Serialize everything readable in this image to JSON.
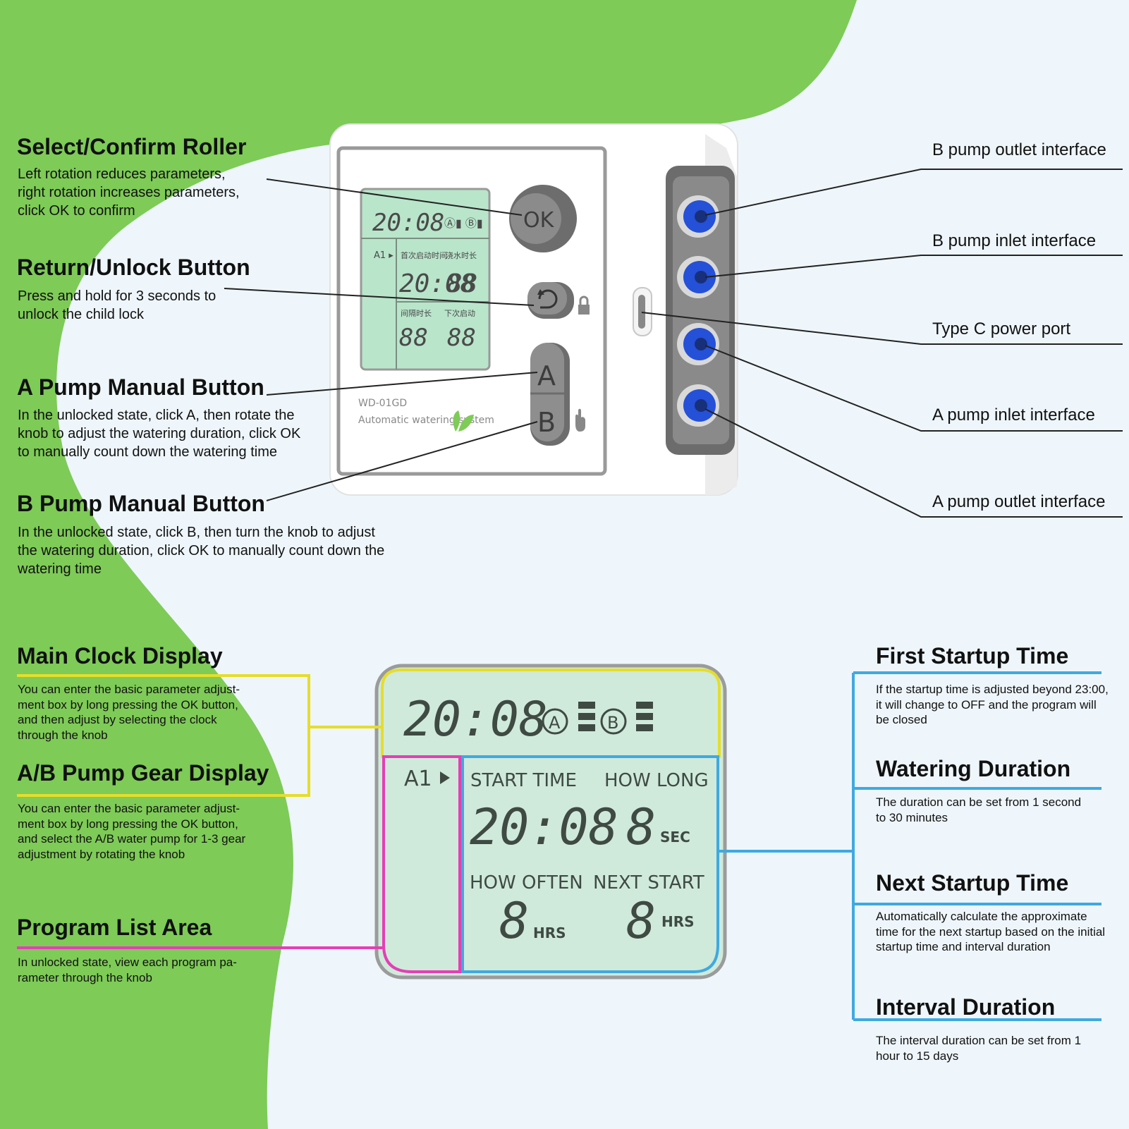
{
  "device": {
    "model": "WD-01GD",
    "subtitle": "Automatic watering system",
    "knob_label": "OK",
    "button_a": "A",
    "button_b": "B",
    "small_lcd": {
      "time": "20:08",
      "program": "A1 ▸",
      "col1_cn": "首次启动时间",
      "col2_cn": "浇水时长",
      "big": "20:08",
      "big2": "88",
      "col3_cn": "间隔时长",
      "col4_cn": "下次启动",
      "val3": "88",
      "val4": "88"
    }
  },
  "callouts_left": [
    {
      "title": "Select/Confirm Roller",
      "text": "Left rotation reduces parameters,\nright rotation increases parameters,\nclick OK to confirm"
    },
    {
      "title": "Return/Unlock Button",
      "text": "Press and hold for 3 seconds to\nunlock the child lock"
    },
    {
      "title": "A Pump Manual Button",
      "text": "In the unlocked state, click A, then rotate the\nknob to adjust the watering duration, click OK\n to manually count down the watering time"
    },
    {
      "title": "B Pump Manual Button",
      "text": "In the unlocked state, click B, then turn the knob to adjust\nthe watering duration, click OK to manually count down the\nwatering time"
    }
  ],
  "callouts_right": [
    "B pump outlet interface",
    "B pump inlet interface",
    "Type C power port",
    "A pump inlet interface",
    "A pump outlet interface"
  ],
  "display_left": [
    {
      "title": "Main Clock Display",
      "text": "You can enter the basic parameter adjust-\nment box by long pressing the OK button,\nand then adjust by selecting the clock\nthrough the knob"
    },
    {
      "title": "A/B Pump Gear Display",
      "text": "You can enter the basic parameter adjust-\nment box by long pressing the OK button,\nand select the A/B water pump for 1-3 gear\nadjustment by rotating the knob"
    },
    {
      "title": "Program List Area",
      "text": "In unlocked state, view each program pa-\nrameter through the knob"
    }
  ],
  "display_right": [
    {
      "title": "First Startup Time",
      "text": "If the startup time is adjusted beyond 23:00,\nit will change to OFF and the program will\nbe closed"
    },
    {
      "title": "Watering Duration",
      "text": "The duration can be set from 1 second\nto 30 minutes"
    },
    {
      "title": "Next Startup Time",
      "text": "Automatically calculate the approximate\ntime for the next startup based on the initial\nstartup time and interval duration"
    },
    {
      "title": "Interval Duration",
      "text": "The interval duration can be set from 1\nhour to 15 days"
    }
  ],
  "lcd": {
    "clock": "20:08",
    "pump_a": "A",
    "pump_b": "B",
    "program": "A1",
    "start_time_label": "START TIME",
    "how_long_label": "HOW LONG",
    "start_time_value": "20:08",
    "how_long_value": "8",
    "how_long_unit": "SEC",
    "how_often_label": "HOW OFTEN",
    "next_start_label": "NEXT START",
    "how_often_value": "8",
    "how_often_unit": "HRS",
    "next_start_value": "8",
    "next_start_unit": "HRS"
  },
  "colors": {
    "green": "#7ecb57",
    "background": "#eef6fb",
    "lcd_fill": "#cfeadb",
    "yellow": "#e6dd2a",
    "magenta": "#e43fb5",
    "blue": "#3fa9e0",
    "port_blue": "#2550d8"
  }
}
